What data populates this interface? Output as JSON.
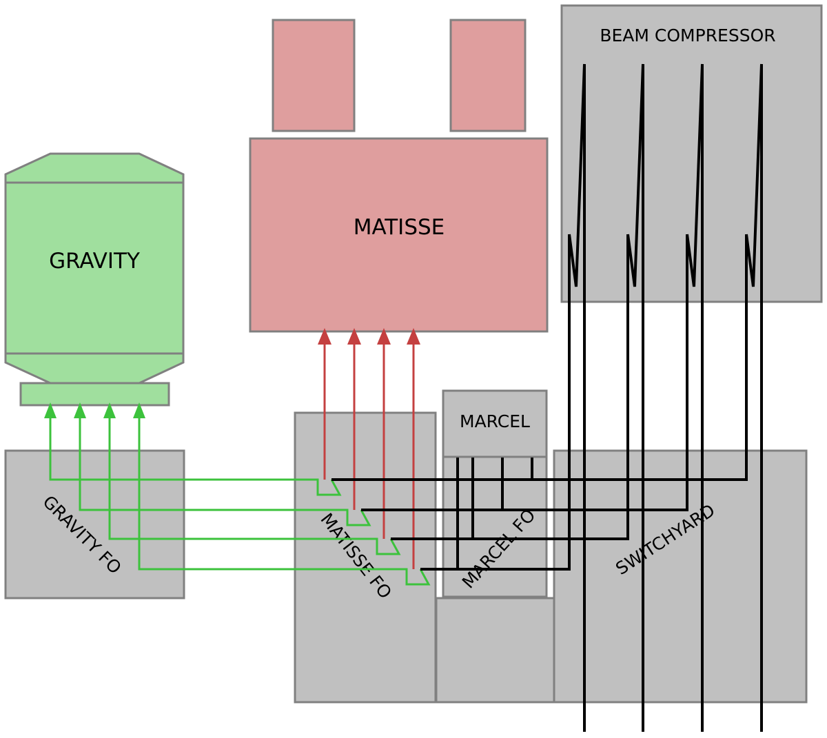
{
  "diagram": {
    "title": "",
    "colors": {
      "gravity": "#a0df9e",
      "matisse": "#df9e9e",
      "infrastructure": "#c0c0c0",
      "outline": "#808080",
      "gravity_beams": "#3cc23c",
      "matisse_beams": "#c44040",
      "main_beams": "#000000"
    },
    "components": {
      "gravity": "GRAVITY",
      "matisse": "MATISSE",
      "beam_compressor": "BEAM COMPRESSOR",
      "marcel": "MARCEL",
      "gravity_fo": "GRAVITY FO",
      "matisse_fo": "MATISSE FO",
      "marcel_fo": "MARCEL FO",
      "switchyard": "SWITCHYARD"
    },
    "beam_count": 4,
    "connections": [
      {
        "from": "BEAM COMPRESSOR",
        "to": "SWITCHYARD",
        "beams": 4,
        "color": "black"
      },
      {
        "from": "SWITCHYARD",
        "to": "MATISSE FO",
        "beams": 4,
        "color": "black"
      },
      {
        "from": "MARCEL",
        "to": "MARCEL FO",
        "beams": 4,
        "color": "black"
      },
      {
        "from": "MATISSE FO",
        "to": "MATISSE",
        "beams": 4,
        "color": "red"
      },
      {
        "from": "MATISSE FO",
        "to": "GRAVITY",
        "beams": 4,
        "color": "green",
        "via": "GRAVITY FO"
      }
    ]
  }
}
